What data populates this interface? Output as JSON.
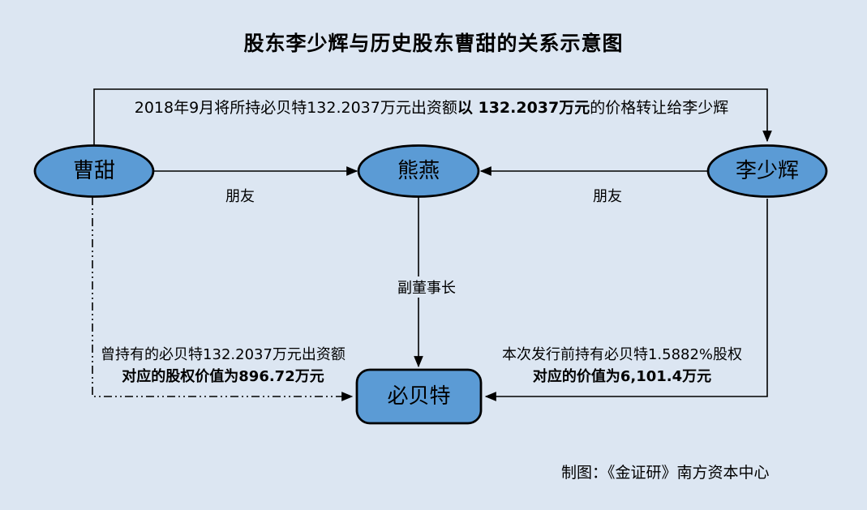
{
  "title": "股东李少辉与历史股东曹甜的关系示意图",
  "colors": {
    "background": "#dce6f2",
    "node_fill": "#5b9bd5",
    "node_border": "#000000",
    "line": "#000000"
  },
  "nodes": {
    "cao_tian": "曹甜",
    "xiong_yan": "熊燕",
    "li_shaohui": "李少辉",
    "bibeite": "必贝特"
  },
  "edges": {
    "transfer_prefix": "2018年9月将所持必贝特132.2037万元出资额",
    "transfer_bold": "以 132.2037万元",
    "transfer_suffix": "的价格转让给李少辉",
    "friend_left": "朋友",
    "friend_right": "朋友",
    "vice_chairman": "副董事长"
  },
  "notes": {
    "left_line1": "曾持有的必贝特132.2037万元出资额",
    "left_line2": "对应的股权价值为896.72万元",
    "right_line1": "本次发行前持有必贝特1.5882%股权",
    "right_line2": "对应的价值为6,101.4万元"
  },
  "credit": "制图：《金证研》南方资本中心"
}
